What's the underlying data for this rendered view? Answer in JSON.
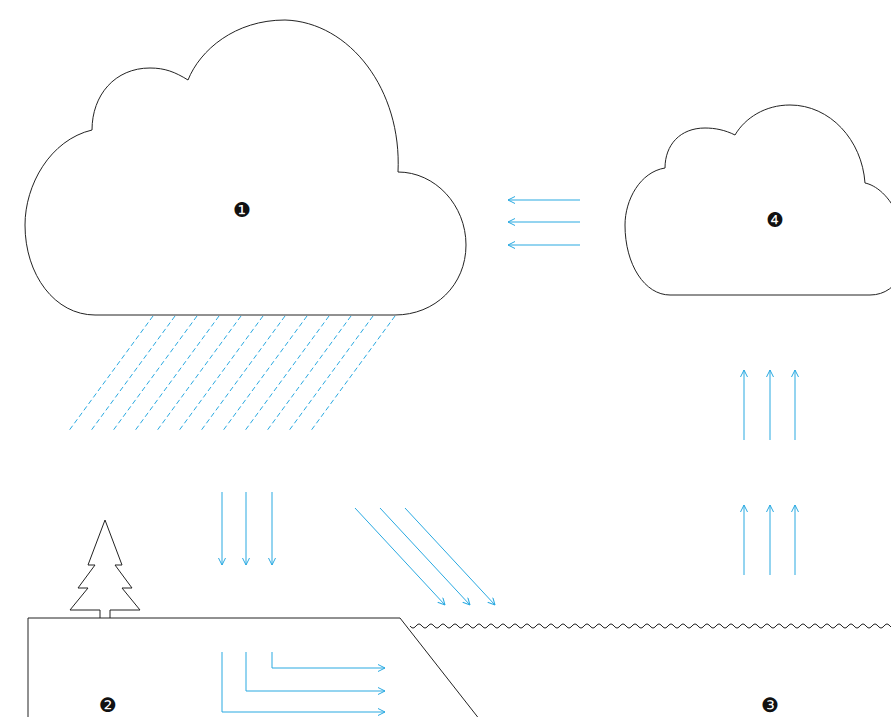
{
  "diagram": {
    "nodes": [
      {
        "text": [
          "❶"
        ]
      },
      {
        "text": [
          "❹"
        ]
      },
      {
        "text": [
          "❷"
        ]
      },
      {
        "text": [
          "❸"
        ]
      }
    ],
    "edges": [
      {
        "from": 1,
        "to": 0,
        "arrow": "to"
      },
      {
        "from": 0,
        "to": 2,
        "arrow": "to"
      },
      {
        "from": 0,
        "to": 3,
        "arrow": "to"
      },
      {
        "from": 2,
        "to": 3,
        "arrow": "to"
      },
      {
        "from": 3,
        "to": 1,
        "arrow": "to"
      }
    ]
  }
}
